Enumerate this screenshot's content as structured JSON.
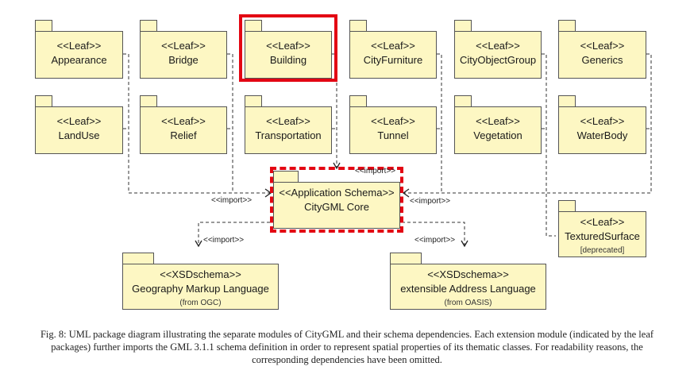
{
  "diagram": {
    "leaf_stereotype": "<<Leaf>>",
    "leaf_packages_row1": [
      "Appearance",
      "Bridge",
      "Building",
      "CityFurniture",
      "CityObjectGroup",
      "Generics"
    ],
    "leaf_packages_row2": [
      "LandUse",
      "Relief",
      "Transportation",
      "Tunnel",
      "Vegetation",
      "WaterBody"
    ],
    "highlighted_package": "Building",
    "core": {
      "stereotype": "<<Application Schema>>",
      "name": "CityGML Core"
    },
    "textured_surface": {
      "stereotype": "<<Leaf>>",
      "name": "TexturedSurface",
      "note": "[deprecated]"
    },
    "gml": {
      "stereotype": "<<XSDschema>>",
      "name": "Geography Markup Language",
      "source": "(from OGC)"
    },
    "xal": {
      "stereotype": "<<XSDschema>>",
      "name": "extensible Address Language",
      "source": "(from OASIS)"
    },
    "import_label": "<<import>>",
    "highlight_color": "#e30613",
    "package_fill": "#fdf7c3"
  },
  "caption": "Fig. 8: UML package diagram illustrating the separate modules of CityGML and their schema dependencies. Each extension module (indicated by the leaf packages) further imports the GML 3.1.1 schema definition in order to represent spatial properties of its thematic classes. For readability reasons, the corresponding dependencies have been omitted."
}
